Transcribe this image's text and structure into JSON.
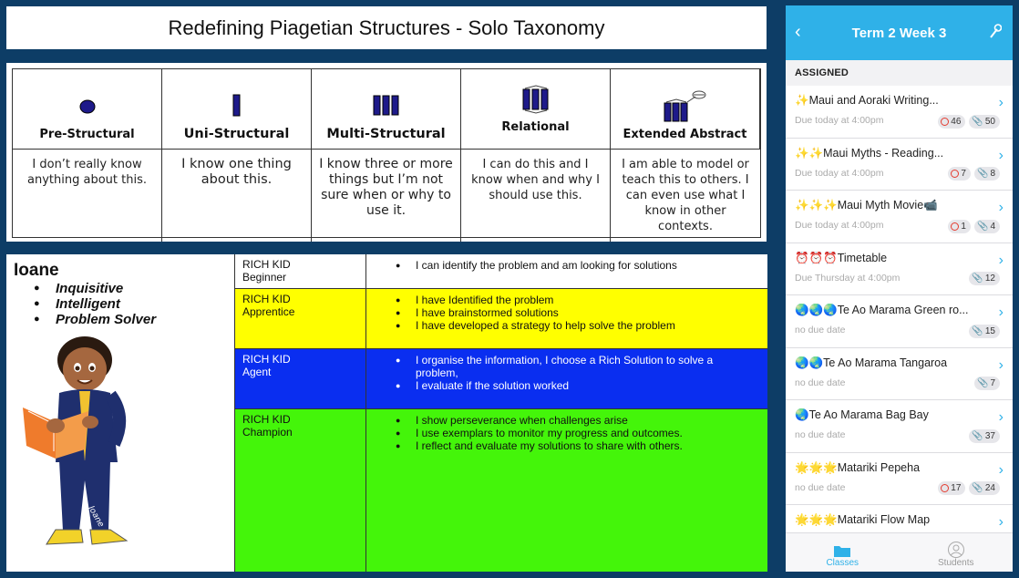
{
  "title": "Redefining Piagetian Structures - Solo Taxonomy",
  "solo": [
    {
      "label": "Pre-Structural",
      "desc": "I don’t really know anything about this.",
      "icon": "dot-icon"
    },
    {
      "label": "Uni-Structural",
      "desc": "I know one thing about this.",
      "icon": "single-bar-icon"
    },
    {
      "label": "Multi-Structural",
      "desc": "I know three or more things but I’m not sure when or why to use it.",
      "icon": "three-bars-icon"
    },
    {
      "label": "Relational",
      "desc": "I can do this and I know when and why I should use this.",
      "icon": "connected-bars-icon"
    },
    {
      "label": "Extended Abstract",
      "desc": "I am able to model or teach this to others. I can even use what I know in other contexts.",
      "icon": "extended-bars-icon"
    }
  ],
  "character": {
    "name": "Ioane",
    "traits": [
      "Inquisitive",
      "Intelligent",
      "Problem Solver"
    ],
    "shirt_text": "Ioane"
  },
  "levels": [
    {
      "name": "RICH KID\nBeginner",
      "color": "#ffffff",
      "points": [
        "I can identify the problem and am looking for solutions"
      ]
    },
    {
      "name": "RICH KID\nApprentice",
      "color": "#ffff00",
      "points": [
        "I have Identified the problem",
        "I have brainstormed solutions",
        "I have developed a strategy to help solve the problem"
      ]
    },
    {
      "name": "RICH KID\nAgent",
      "color": "#0a2ef0",
      "points": [
        "I organise the information, I choose a Rich Solution to solve a problem,",
        "I evaluate if the solution worked"
      ]
    },
    {
      "name": "RICH KID\nChampion",
      "color": "#44f50a",
      "points": [
        "I show perseverance  when challenges arise",
        " I use exemplars to monitor my progress and outcomes.",
        "I reflect and evaluate my solutions to share with others."
      ]
    }
  ],
  "phone": {
    "nav_title": "Term 2 Week 3",
    "back_icon": "chevron-left-icon",
    "tool_icon": "wrench-icon",
    "section": "ASSIGNED",
    "items": [
      {
        "title": "✨Maui and Aoraki Writing...",
        "due": "Due today at 4:00pm",
        "todo": "46",
        "attach": "50"
      },
      {
        "title": "✨✨Maui Myths - Reading...",
        "due": "Due today at 4:00pm",
        "todo": "7",
        "attach": "8"
      },
      {
        "title": "✨✨✨Maui Myth Movie📹",
        "due": "Due today at 4:00pm",
        "todo": "1",
        "attach": "4"
      },
      {
        "title": "⏰⏰⏰Timetable",
        "due": "Due Thursday at 4:00pm",
        "todo": "",
        "attach": "12"
      },
      {
        "title": "🌏🌏🌏Te Ao Marama Green ro...",
        "due": "no due date",
        "todo": "",
        "attach": "15"
      },
      {
        "title": "🌏🌏Te Ao Marama Tangaroa",
        "due": "no due date",
        "todo": "",
        "attach": "7"
      },
      {
        "title": "🌏Te Ao Marama Bag Bay",
        "due": "no due date",
        "todo": "",
        "attach": "37"
      },
      {
        "title": "🌟🌟🌟Matariki Pepeha",
        "due": "no due date",
        "todo": "17",
        "attach": "24"
      },
      {
        "title": "🌟🌟🌟Matariki Flow Map",
        "due": "",
        "todo": "",
        "attach": ""
      }
    ],
    "tabs": [
      {
        "label": "Classes",
        "icon": "folder-icon",
        "active": true
      },
      {
        "label": "Students",
        "icon": "person-icon",
        "active": false
      }
    ],
    "accent": "#2fb1e8"
  }
}
